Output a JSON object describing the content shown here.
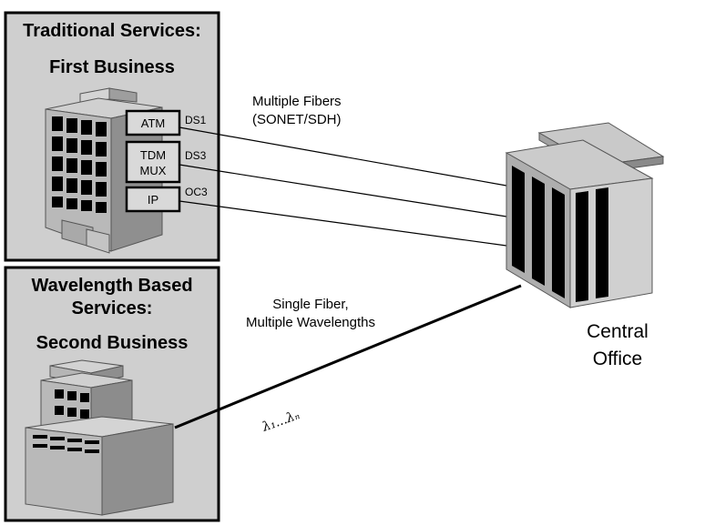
{
  "panels": {
    "traditional": {
      "title_line1": "Traditional Services:",
      "title_line2": "First Business"
    },
    "wavelength": {
      "title_line1": "Wavelength Based",
      "title_line2": "Services:",
      "title_line3": "Second Business"
    }
  },
  "ports": {
    "atm": "ATM",
    "tdm_line1": "TDM",
    "tdm_line2": "MUX",
    "ip": "IP"
  },
  "rates": {
    "ds1": "DS1",
    "ds3": "DS3",
    "oc3": "OC3"
  },
  "links": {
    "multiple_line1": "Multiple Fibers",
    "multiple_line2": "(SONET/SDH)",
    "single_line1": "Single Fiber,",
    "single_line2": "Multiple Wavelengths",
    "wavelength_notation": "λ₁...λₙ"
  },
  "central_office": {
    "line1": "Central",
    "line2": "Office"
  },
  "colors": {
    "panel_bg": "#cfcfcf",
    "building_light": "#b9b9b9",
    "building_mid": "#a3a3a3",
    "building_dark": "#8c8c8c",
    "window": "#000000",
    "port_box": "#d9d9d9"
  }
}
